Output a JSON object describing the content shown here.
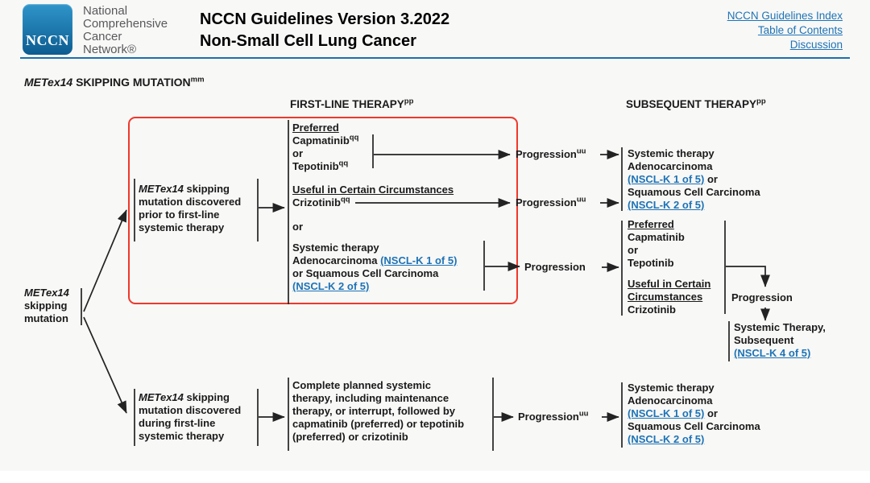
{
  "colors": {
    "accent_blue": "#1c6fad",
    "link_blue": "#1e73b5",
    "red_box": "#f0382b",
    "logo_top": "#2f95ca",
    "logo_bottom": "#0d5c90"
  },
  "header": {
    "logo_text": "NCCN",
    "org_lines": [
      "National",
      "Comprehensive",
      "Cancer",
      "Network®"
    ],
    "title_line1": "NCCN Guidelines Version 3.2022",
    "title_line2": "Non-Small Cell Lung Cancer",
    "links": [
      {
        "label": "NCCN Guidelines Index"
      },
      {
        "label": "Table of Contents"
      },
      {
        "label": "Discussion"
      }
    ]
  },
  "page": {
    "section_gene": "METex14",
    "section_rest": " SKIPPING MUTATION",
    "section_sup": "mm",
    "col1_header": "FIRST-LINE THERAPY",
    "col1_sup": "pp",
    "col2_header": "SUBSEQUENT THERAPY",
    "col2_sup": "pp"
  },
  "nodes": {
    "root": {
      "gene": "METex14",
      "line2": "skipping",
      "line3": "mutation"
    },
    "branch_prior": {
      "gene": "METex14",
      "rest": " skipping",
      "line2": "mutation discovered",
      "line3": "prior to first-line",
      "line4": "systemic therapy"
    },
    "branch_during": {
      "gene": "METex14",
      "rest": " skipping",
      "line2": "mutation discovered",
      "line3": "during first-line",
      "line4": "systemic therapy"
    },
    "firstline": {
      "preferred_label": "Preferred",
      "drug1": "Capmatinib",
      "drug1_sup": "qq",
      "or1": "or",
      "drug2": "Tepotinib",
      "drug2_sup": "qq",
      "useful_label": "Useful in Certain Circumstances",
      "drug3": "Crizotinib",
      "drug3_sup": "qq",
      "or2": "or",
      "sys_line1": "Systemic therapy",
      "sys_line2_pre": "Adenocarcinoma ",
      "sys_link1": "(NSCL-K 1 of 5)",
      "sys_line3": "or Squamous Cell Carcinoma",
      "sys_link2": "(NSCL-K 2 of 5)"
    },
    "complete": {
      "line1": "Complete planned systemic",
      "line2": "therapy, including maintenance",
      "line3": "therapy, or interrupt, followed by",
      "line4": "capmatinib (preferred) or tepotinib",
      "line5": "(preferred) or crizotinib"
    },
    "prog1": {
      "text": "Progression",
      "sup": "uu"
    },
    "prog2": {
      "text": "Progression",
      "sup": "uu"
    },
    "prog3": {
      "text": "Progression"
    },
    "prog4": {
      "text": "Progression"
    },
    "prog5": {
      "text": "Progression",
      "sup": "uu"
    },
    "subsequent_top": {
      "line1": "Systemic therapy",
      "line2": "Adenocarcinoma",
      "link1": "(NSCL-K 1 of 5)",
      "after_link1": " or",
      "line4": "Squamous Cell Carcinoma",
      "link2": "(NSCL-K 2 of 5)"
    },
    "subsequent_mid": {
      "preferred_label": "Preferred",
      "drug1": "Capmatinib",
      "or": "or",
      "drug2": "Tepotinib",
      "useful_line1": "Useful in Certain",
      "useful_line2": "Circumstances",
      "drug3": "Crizotinib"
    },
    "subsequent_final": {
      "line1": "Systemic Therapy,",
      "line2": "Subsequent",
      "link": "(NSCL-K 4 of 5)"
    },
    "subsequent_bottom": {
      "line1": "Systemic therapy",
      "line2": "Adenocarcinoma",
      "link1": "(NSCL-K 1 of 5)",
      "after_link1": " or",
      "line4": "Squamous Cell Carcinoma",
      "link2": "(NSCL-K 2 of 5)"
    }
  }
}
